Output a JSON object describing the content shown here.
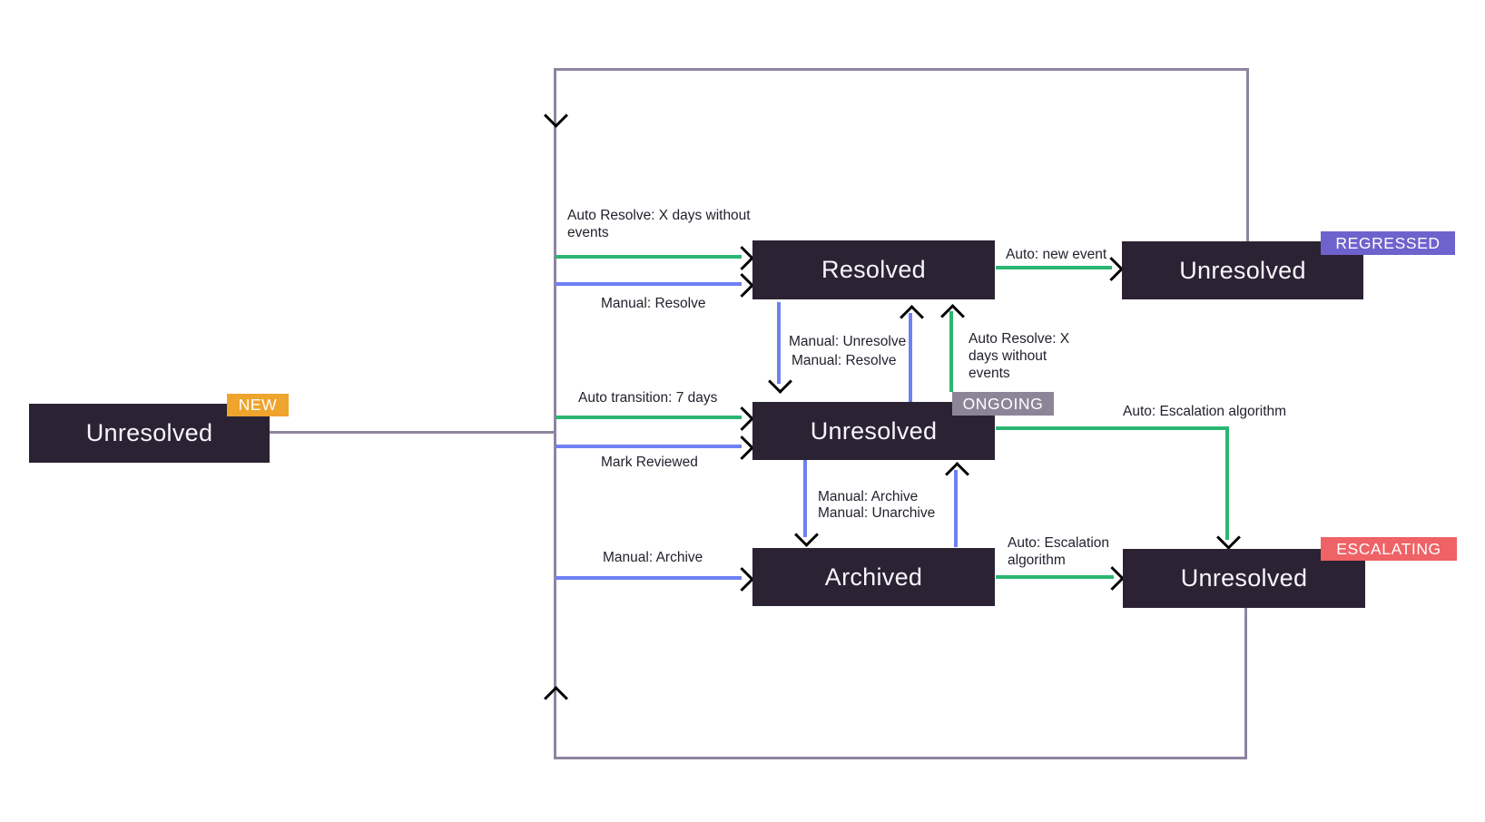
{
  "title": "Issue state transition diagram",
  "colors": {
    "background": "#ffffff",
    "node-bg": "#2b2233",
    "node-text": "#f7f6fb",
    "green": "#2bb673",
    "blue": "#6e80f2",
    "frame": "#8e85a0",
    "label-text": "#221f2b",
    "badge-new": "#efa42d",
    "badge-ongoing": "#8c8598",
    "badge-regressed": "#6e62cd",
    "badge-escalating": "#ef6266"
  },
  "nodes": {
    "new": {
      "label": "Unresolved",
      "badge": "NEW"
    },
    "resolved": {
      "label": "Resolved"
    },
    "ongoing": {
      "label": "Unresolved",
      "badge": "ONGOING"
    },
    "archived": {
      "label": "Archived"
    },
    "regressed": {
      "label": "Unresolved",
      "badge": "REGRESSED"
    },
    "escalating": {
      "label": "Unresolved",
      "badge": "ESCALATING"
    }
  },
  "edges": {
    "auto_resolve_top": [
      "Auto Resolve: X days without",
      "events"
    ],
    "manual_resolve_top": "Manual: Resolve",
    "auto_transition": "Auto transition: 7 days",
    "mark_reviewed": "Mark Reviewed",
    "manual_archive_left": "Manual: Archive",
    "manual_unresolve": "Manual: Unresolve",
    "manual_resolve_mid": "Manual: Resolve",
    "auto_resolve_vertical": [
      "Auto Resolve: X",
      "days without",
      "events"
    ],
    "auto_new_event": "Auto: new event",
    "auto_escalation_top": "Auto: Escalation algorithm",
    "manual_archive_mid": "Manual: Archive",
    "manual_unarchive_mid": "Manual: Unarchive",
    "auto_escalation_bottom": [
      "Auto: Escalation",
      "algorithm"
    ]
  }
}
